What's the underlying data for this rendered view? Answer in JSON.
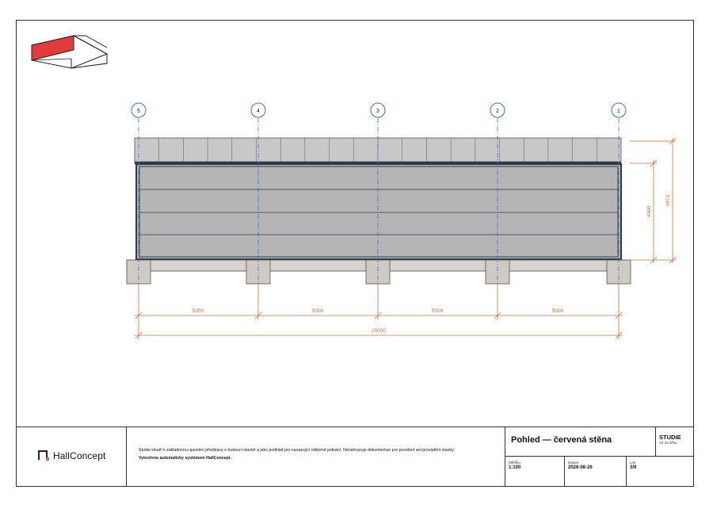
{
  "drawing": {
    "axes": [
      "5",
      "4",
      "3",
      "2",
      "1"
    ],
    "dimensions": {
      "spans": [
        "5000",
        "5000",
        "5000",
        "5000"
      ],
      "total": "20000",
      "wall_height": "4000",
      "total_height": "4972"
    },
    "colors": {
      "dimension": "#c8713c",
      "axis": "#3c6fd6",
      "highlight": "#e23b3b",
      "panel": "#b5b5b5",
      "frame": "#2e3a4a"
    },
    "key_plan_icon": "building-key-plan-icon"
  },
  "title_block": {
    "company": "HallConcept",
    "description": "Studie slouží k základnímu ujasnění představy o budoucí stavbě a jako podklad pro navazující odborné jednání. Nenahrazuje dokumentaci pro povolení ani provádění stavby.",
    "generated": "Vytvořeno automaticky systémem HallConcept.",
    "title": "Pohled — červená stěna",
    "status": "STUDIE",
    "format": "A4 na šířku",
    "scale_label": "Měřítko",
    "scale": "1:100",
    "date_label": "Datum",
    "date": "2026-08-26",
    "sheet_label": "List",
    "sheet": "3/9"
  }
}
